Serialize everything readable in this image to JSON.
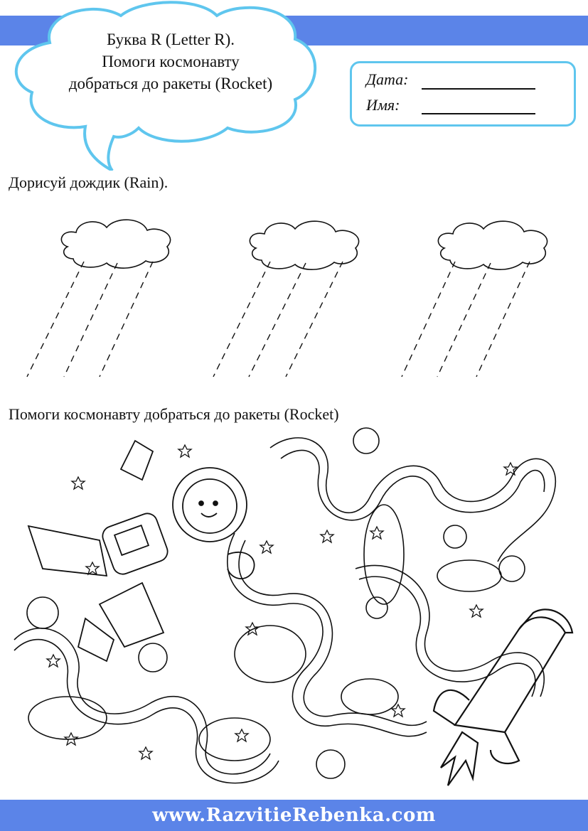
{
  "title_bubble": {
    "line1": "Буква R (Letter R).",
    "line2": "Помоги космонавту",
    "line3": "добраться до ракеты (Rocket)"
  },
  "info_box": {
    "date_label": "Дата:",
    "name_label": "Имя:"
  },
  "rain_section": {
    "heading": "Дорисуй дождик (Rain).",
    "cloud_count": 3
  },
  "maze_section": {
    "heading": "Помоги космонавту добраться до ракеты (Rocket)"
  },
  "footer": {
    "url": "www.RazvitieRebenka.com"
  },
  "colors": {
    "band": "#5b84e8",
    "info_border": "#5fc6ee"
  }
}
